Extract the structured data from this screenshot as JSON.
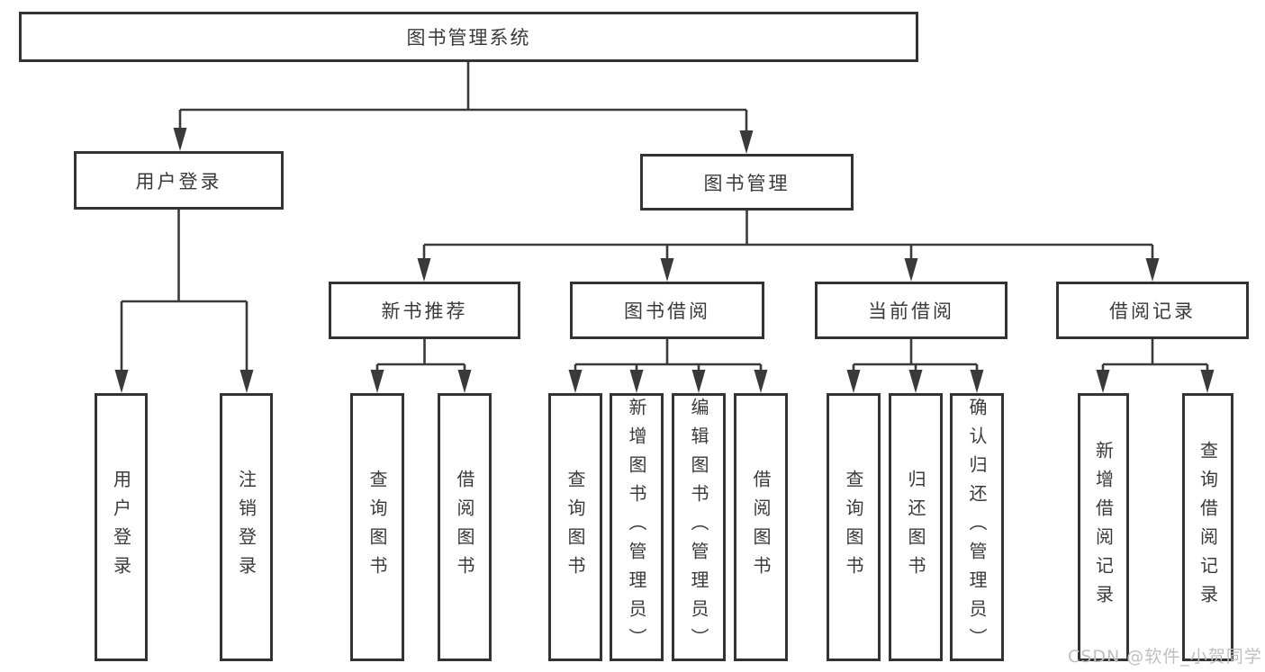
{
  "diagram": {
    "root": {
      "label": "图书管理系统"
    },
    "branches": [
      {
        "label": "用户登录",
        "leaves": [
          {
            "label": "用户登录"
          },
          {
            "label": "注销登录"
          }
        ]
      },
      {
        "label": "图书管理",
        "groups": [
          {
            "label": "新书推荐",
            "leaves": [
              {
                "label": "查询图书"
              },
              {
                "label": "借阅图书"
              }
            ]
          },
          {
            "label": "图书借阅",
            "leaves": [
              {
                "label": "查询图书"
              },
              {
                "label": "新增图书（管理员）"
              },
              {
                "label": "编辑图书（管理员）"
              },
              {
                "label": "借阅图书"
              }
            ]
          },
          {
            "label": "当前借阅",
            "leaves": [
              {
                "label": "查询图书"
              },
              {
                "label": "归还图书"
              },
              {
                "label": "确认归还（管理员）"
              }
            ]
          },
          {
            "label": "借阅记录",
            "leaves": [
              {
                "label": "新增借阅记录"
              },
              {
                "label": "查询借阅记录"
              }
            ]
          }
        ]
      }
    ]
  },
  "watermark": {
    "text": "CSDN @软件_小贺同学"
  },
  "colors": {
    "line": "#3a3a3a",
    "border": "#333333",
    "text": "#3a3a3a",
    "watermark": "#bfbfbf",
    "background": "#ffffff"
  }
}
